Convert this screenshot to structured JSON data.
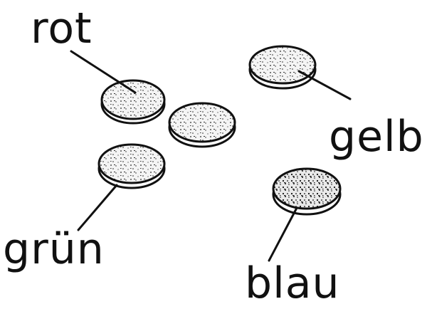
{
  "labels": {
    "rot": "rot",
    "gelb": "gelb",
    "gruen": "grün",
    "blau": "blau"
  },
  "colors": {
    "ink": "#111111",
    "paper": "#ffffff",
    "disc_fill": "#f3f3f3"
  }
}
